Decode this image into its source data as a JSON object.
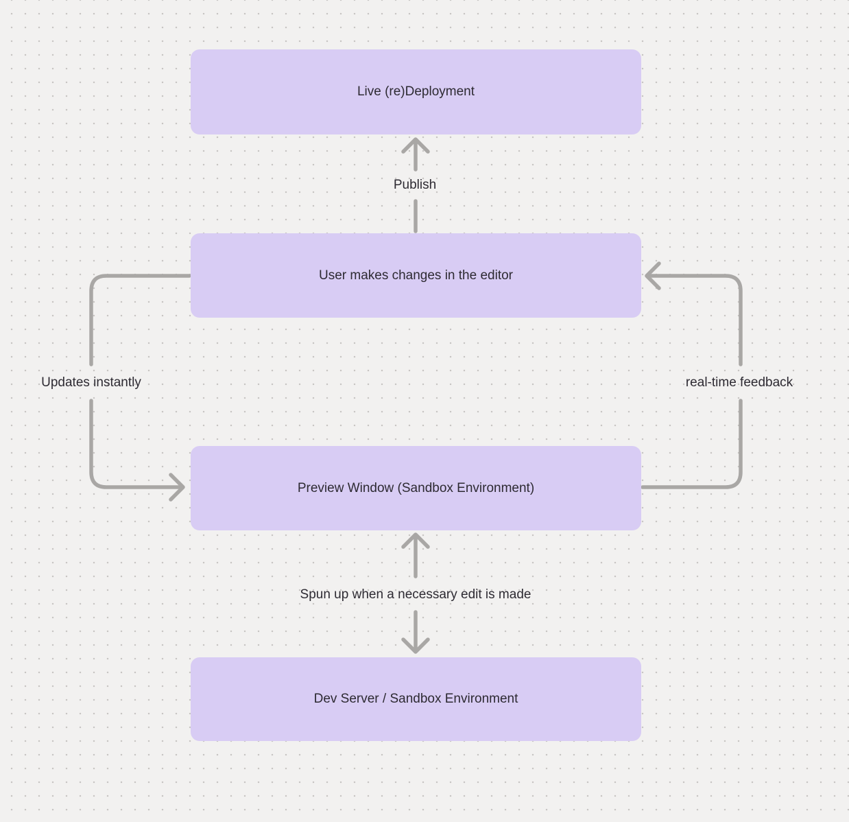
{
  "style": {
    "canvas_bg": "#f2f1f0",
    "dot_color": "#c7c5c3",
    "node_fill": "#d8ccf4",
    "text_color": "#2d2a32",
    "connector_color": "#a9a7a5"
  },
  "diagram": {
    "nodes": [
      {
        "id": "live-redeployment",
        "label": "Live (re)Deployment"
      },
      {
        "id": "editor-changes",
        "label": "User makes changes in the editor"
      },
      {
        "id": "preview-window",
        "label": "Preview Window (Sandbox Environment)"
      },
      {
        "id": "dev-server",
        "label": "Dev Server / Sandbox Environment"
      }
    ],
    "edges": [
      {
        "id": "publish",
        "label": "Publish",
        "from": "editor-changes",
        "to": "live-redeployment",
        "bidirectional": false
      },
      {
        "id": "updates-instantly",
        "label": "Updates instantly",
        "from": "editor-changes",
        "to": "preview-window",
        "bidirectional": false
      },
      {
        "id": "realtime-feedback",
        "label": "real-time feedback",
        "from": "preview-window",
        "to": "editor-changes",
        "bidirectional": false
      },
      {
        "id": "spun-up",
        "label": "Spun up when a necessary edit is made",
        "from": "preview-window",
        "to": "dev-server",
        "bidirectional": true
      }
    ]
  }
}
